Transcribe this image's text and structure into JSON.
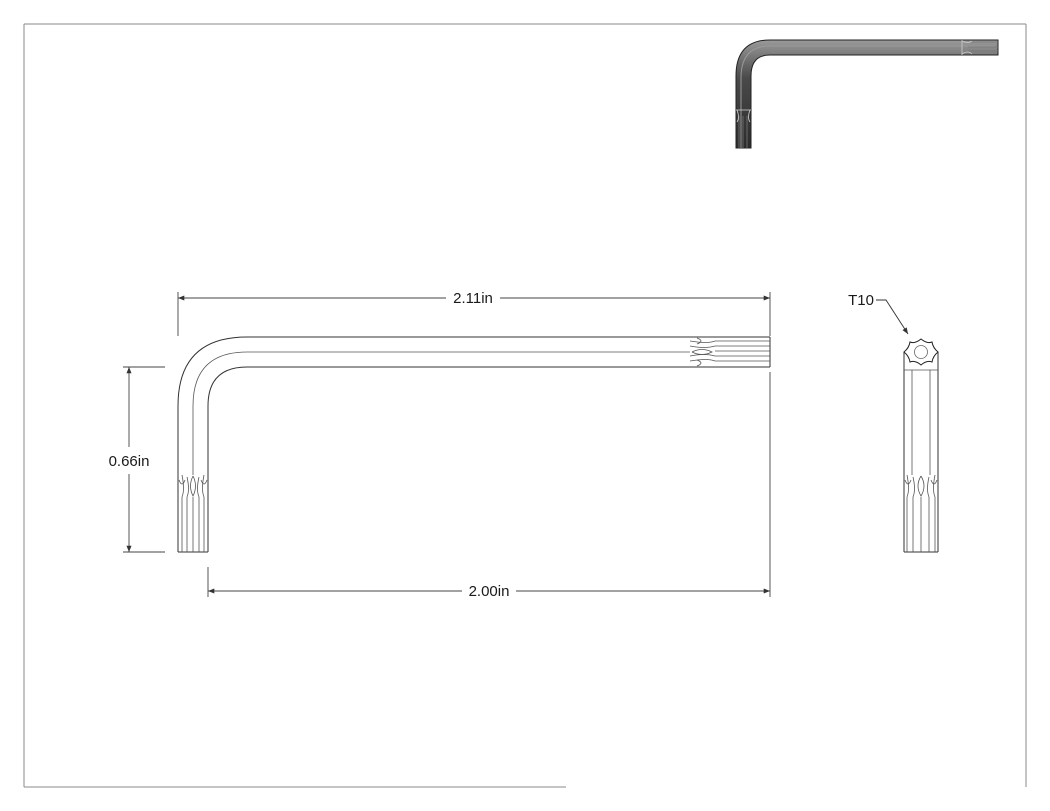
{
  "drawing": {
    "part": "L-shaped Torx key",
    "dimensions": {
      "overall_length": "2.11in",
      "short_leg_height": "0.66in",
      "long_leg_length": "2.00in"
    },
    "tip_callout": "T10"
  },
  "colors": {
    "border": "#8a8a8a",
    "lines": "#333333",
    "iso_body": "#3f3f3f",
    "iso_highlight": "#8c8c8c"
  }
}
